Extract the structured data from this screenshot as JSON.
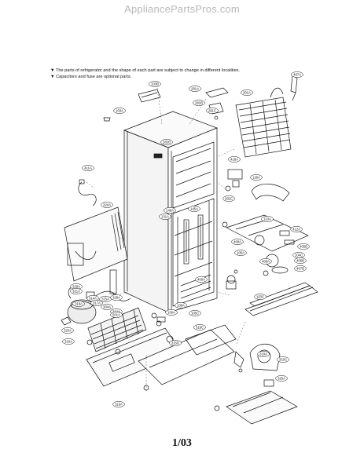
{
  "watermark": "AppliancePartsPros.com",
  "notes": [
    "▼ The parts of refrigerator and the shape of each part are subject to change in different localities.",
    "▼ Capacitors and fuse are optional parts."
  ],
  "page_number": "1/03",
  "callouts": [
    "103B",
    "281A",
    "301A",
    "407A",
    "103A",
    "281B",
    "281C",
    "418A",
    "411A",
    "324A",
    "282B",
    "282C",
    "120A",
    "149A",
    "145A",
    "131A",
    "110A",
    "412A",
    "409A",
    "405B",
    "105A",
    "104C",
    "406A",
    "406B",
    "407B",
    "400A",
    "329A",
    "321A",
    "314A",
    "318A",
    "317A",
    "315A",
    "328A",
    "323A",
    "310A",
    "312A",
    "304A",
    "501A",
    "108A",
    "105C",
    "315D",
    "319C",
    "319A",
    "310C",
    "320A",
    "100A",
    "103C",
    "116A"
  ]
}
